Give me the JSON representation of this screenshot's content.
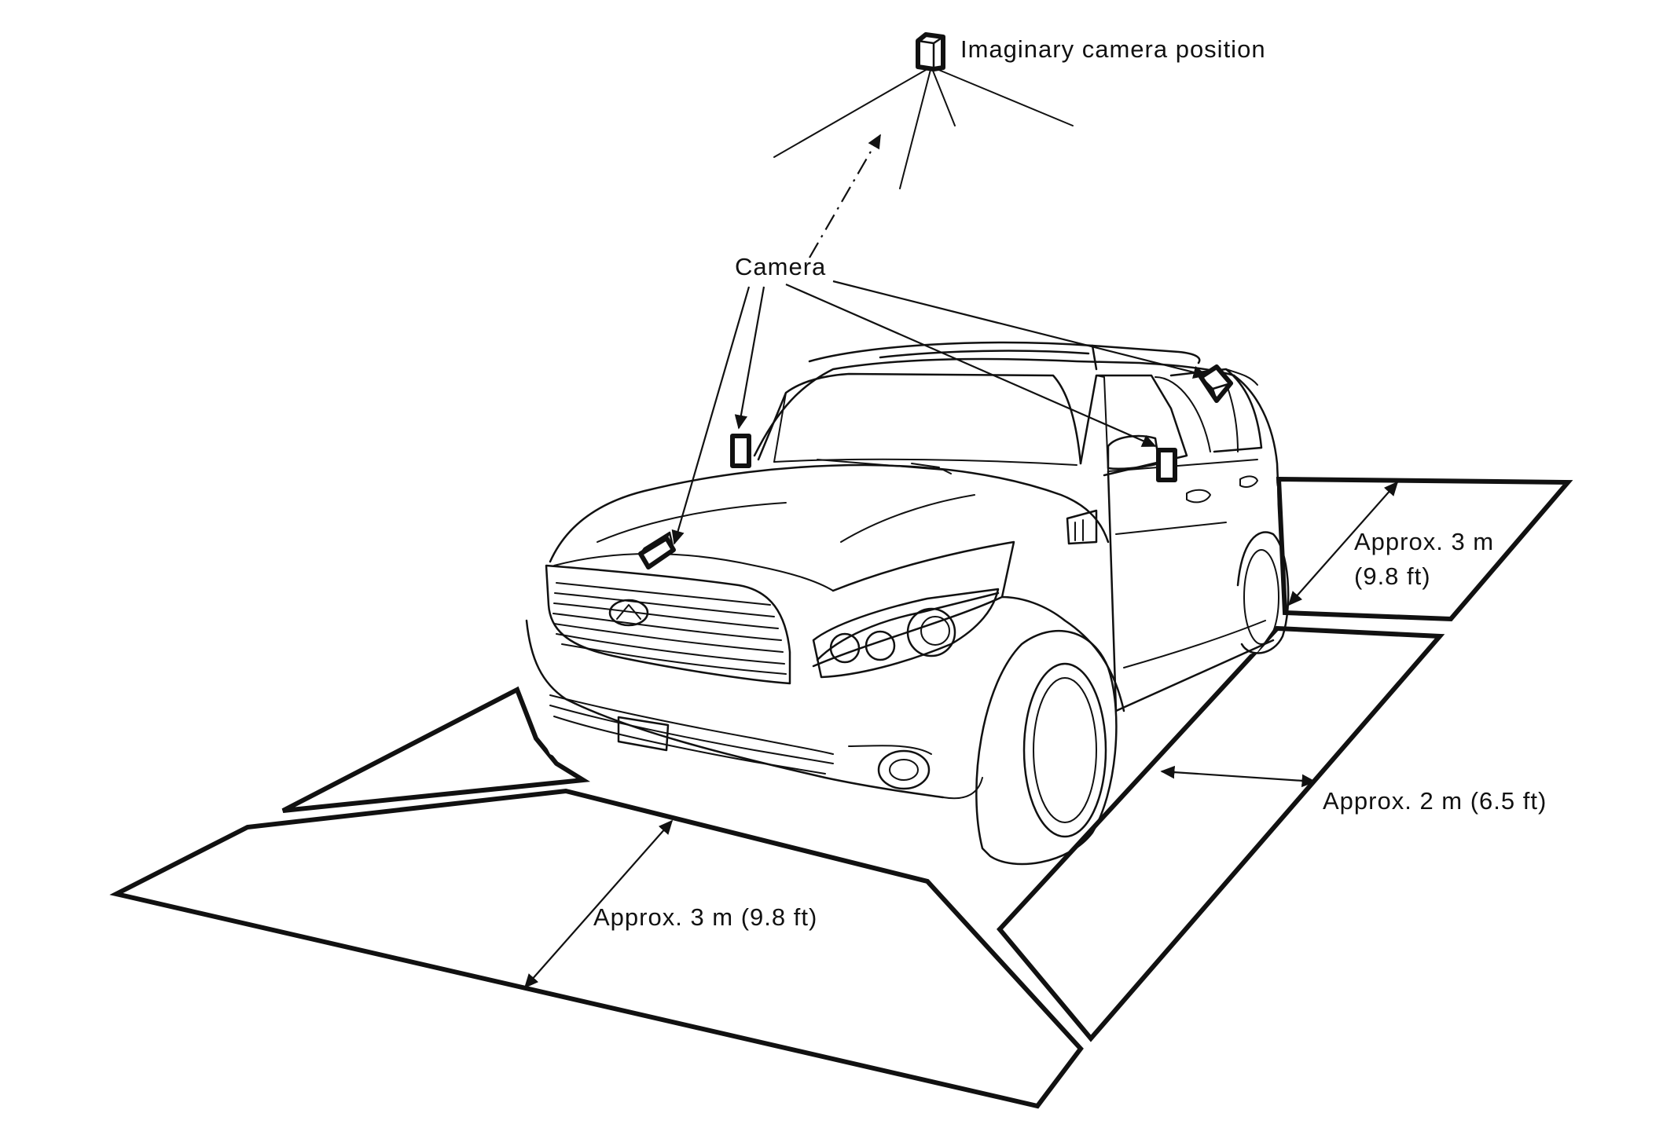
{
  "diagram": {
    "labels": {
      "imaginary_camera": "Imaginary camera position",
      "camera": "Camera",
      "front_distance": "Approx. 3 m (9.8 ft)",
      "side_distance": "Approx. 2 m (6.5 ft)",
      "rear_distance_line1": "Approx. 3 m",
      "rear_distance_line2": "(9.8 ft)"
    },
    "icons": [
      "camera-icon",
      "car-illustration"
    ]
  }
}
